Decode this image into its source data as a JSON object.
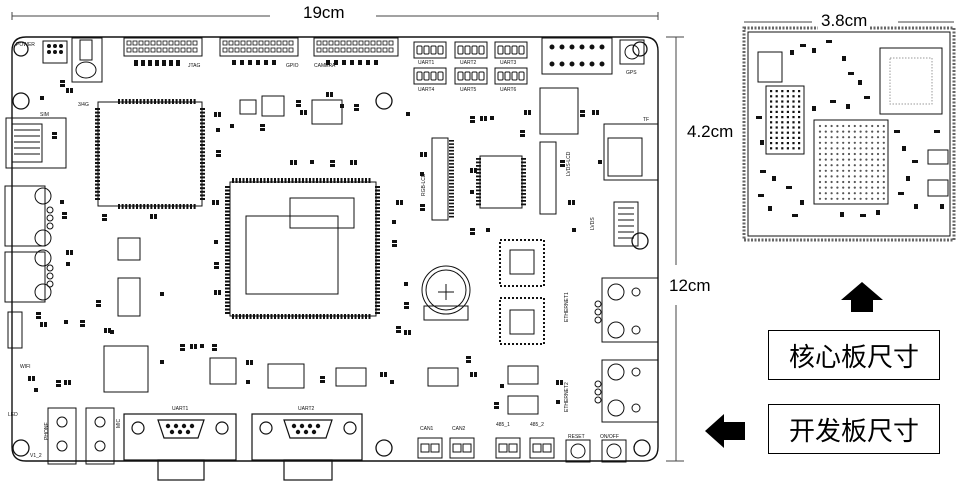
{
  "dimensions": {
    "dev_width": "19cm",
    "dev_height": "12cm",
    "core_width": "3.8cm",
    "core_height": "4.2cm"
  },
  "captions": {
    "core_board": "核心板尺寸",
    "dev_board": "开发板尺寸"
  },
  "board_labels": {
    "power": "POWER",
    "jtag": "JTAG",
    "gpio": "GPIO",
    "camera": "CAMERA",
    "uart1_top": "UART1",
    "uart2_top": "UART2",
    "uart3_top": "UART3",
    "uart4_top": "UART4",
    "uart5_top": "UART5",
    "uart6_top": "UART6",
    "gps": "GPS",
    "tf": "TF",
    "g3g4": "3/4G",
    "sim": "SIM",
    "rgb_lcd": "RGB-LCD",
    "lvds_lcd": "LVDS-LCD",
    "lvds": "LVDS",
    "ethernet1": "ETHERNET1",
    "ethernet2": "ETHERNET2",
    "wifi": "WIFI",
    "led": "LED",
    "phone": "PHONE",
    "mic": "MIC",
    "v12": "V1_2",
    "uart1_bottom": "UART1",
    "uart2_bottom": "UART2",
    "can1": "CAN1",
    "can2": "CAN2",
    "rs485_1": "485_1",
    "rs485_2": "485_2",
    "reset": "RESET",
    "onoff": "ON/OFF"
  },
  "colors": {
    "ink": "#111111",
    "arrow": "#000000"
  }
}
